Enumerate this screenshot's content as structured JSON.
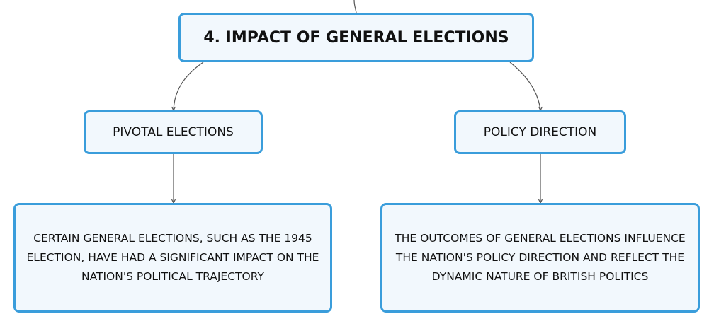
{
  "root": {
    "label": "4. IMPACT OF GENERAL ELECTIONS"
  },
  "branches": [
    {
      "label": "PIVOTAL ELECTIONS",
      "detail": "CERTAIN GENERAL ELECTIONS, SUCH AS THE 1945 ELECTION, HAVE HAD A SIGNIFICANT IMPACT ON THE NATION'S POLITICAL TRAJECTORY"
    },
    {
      "label": "POLICY DIRECTION",
      "detail": "THE OUTCOMES OF GENERAL ELECTIONS INFLUENCE THE NATION'S POLICY DIRECTION AND REFLECT THE DYNAMIC NATURE OF BRITISH POLITICS"
    }
  ],
  "colors": {
    "node_border": "#3a9ddb",
    "node_fill": "#f2f8fd",
    "connector": "#555555",
    "text": "#111111"
  }
}
